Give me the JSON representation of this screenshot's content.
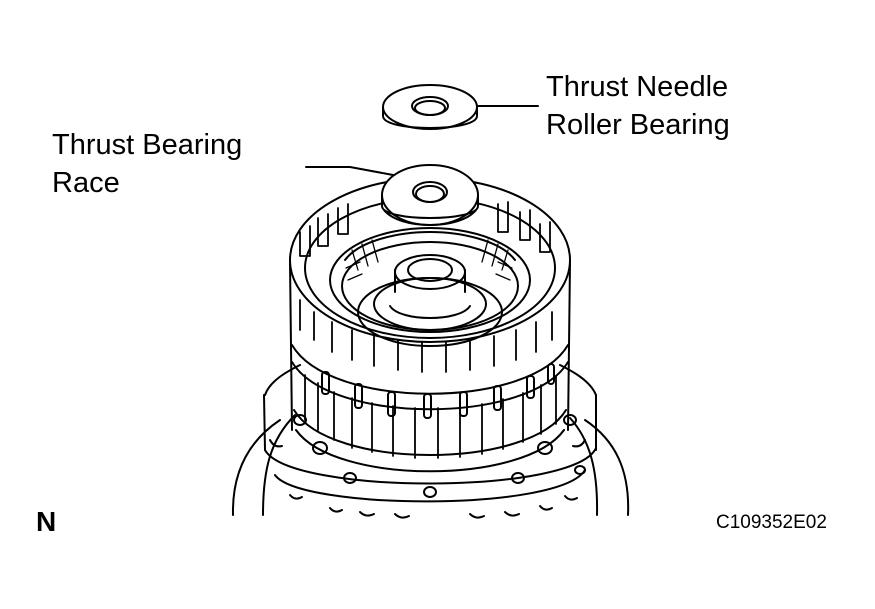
{
  "labels": {
    "needle_line1": "Thrust Needle",
    "needle_line2": "Roller Bearing",
    "race_line1": "Thrust Bearing",
    "race_line2": "Race",
    "view_marker": "N",
    "figure_code": "C109352E02"
  },
  "colors": {
    "ink": "#000000",
    "paper": "#ffffff"
  }
}
